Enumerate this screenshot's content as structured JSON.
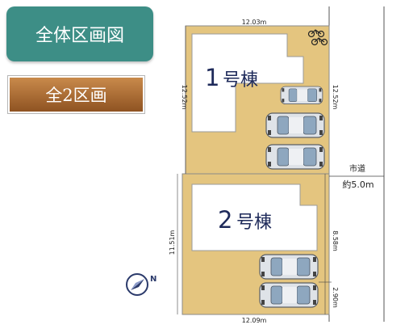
{
  "badges": {
    "main": "全体区画図",
    "count": "全2区画"
  },
  "lots": [
    {
      "label_num": "1",
      "label_suffix": "号棟",
      "top_width": "12.03m",
      "left_depth": "12.52m",
      "right_depth": "12.52m"
    },
    {
      "label_num": "2",
      "label_suffix": "号棟",
      "bottom_width": "12.09m",
      "left_depth": "11.51m",
      "right_upper": "8.58m",
      "right_lower": "2.90m"
    }
  ],
  "road": {
    "name": "市道",
    "width": "約5.0m"
  },
  "icons": {
    "compass": "north-compass-icon",
    "car": "car-icon",
    "bicycle": "bicycle-icon"
  },
  "colors": {
    "lot_fill": "#e4c57f",
    "building_fill": "#ffffff",
    "badge_main": "#3d8e86",
    "badge_count": "#a86a33"
  }
}
